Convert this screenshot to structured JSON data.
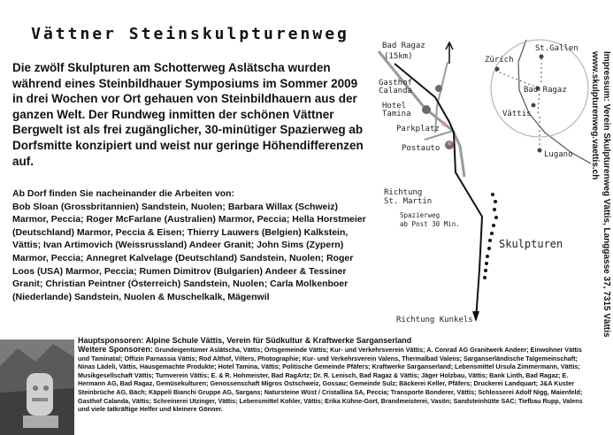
{
  "header": {
    "title": "Vättner Steinskulpturenweg"
  },
  "intro": {
    "text": "Die zwölf Skulpturen am Schotterweg Aslätscha wurden während eines Steinbildhauer Symposiums im Sommer 2009 in drei Wochen vor Ort gehauen von Steinbildhauern aus der ganzen Welt. Der Rundweg inmitten der schönen Vättner Bergwelt ist als frei zugänglicher, 30-minütiger Spazierweg ab Dorfsmitte konzipiert und weist nur geringe Höhendifferenzen auf."
  },
  "artists": {
    "heading": "Ab Dorf finden Sie nacheinander die Arbeiten von:",
    "text": "Bob Sloan (Grossbritannien) Sandstein, Nuolen;  Barbara Willax (Schweiz) Marmor, Peccia; Roger McFarlane (Australien) Marmor, Peccia; Hella Horstmeier (Deutschland) Marmor, Peccia & Eisen; Thierry Lauwers (Belgien) Kalkstein, Vättis; Ivan Artimovich (Weissrussland) Andeer Granit; John Sims (Zypern) Marmor, Peccia; Annegret Kalvelage (Deutschland) Sandstein, Nuolen; Roger Loos (USA) Marmor, Peccia; Rumen Dimitrov (Bulgarien) Andeer & Tessiner Granit; Christian Peintner (Österreich) Sandstein, Nuolen; Carla Molkenboer (Niederlande) Sandstein, Nuolen & Muschelkalk, Mägenwil"
  },
  "map": {
    "bad_ragaz_top": "Bad Ragaz",
    "distance": "(15km)",
    "gasthof_line1": "Gasthof",
    "gasthof_line2": "Calanda",
    "hotel_line1": "Hotel",
    "hotel_line2": "Tamina",
    "parkplatz": "Parkplatz",
    "postauto": "Postauto",
    "richtung_line1": "Richtung",
    "richtung_line2": "St. Martin",
    "spazierweg_line1": "Spazierweg",
    "spazierweg_line2": "ab Post 30 Min.",
    "skulpturen": "Skulpturen",
    "richtung_kunkels": "Richtung Kunkels",
    "inset_zurich": "Zürich",
    "inset_stgallen": "St.Gallen",
    "inset_badragaz": "Bad Ragaz",
    "inset_vattis": "Vättis",
    "inset_lugano": "Lugano",
    "colors": {
      "road": "#9a9a9a",
      "path": "#111111",
      "tree": "#6b6b6b"
    }
  },
  "impressum": {
    "line1": "Impressum: Verein Skulpturenweg Vättis, Langgasse 37, 7315 Vättis",
    "line2": "www.skulpturenweg.vaettis.ch"
  },
  "sponsors": {
    "main": "Hauptsponsoren: Alpine Schule Vättis, Verein für Südkultur & Kraftwerke Sarganserland",
    "label": "Weitere Sponsoren:",
    "text": "Grundeigentümer Aslätscha, Vättis; Ortsgemeinde Vättis; Kur- und Verkehrsverein Vättis; A. Conrad AG Granitwerk Andeer; Einwohner Vättis und Taminatal; Offizin Parnassia Vättis; Rod Althof, Vilters, Photographie; Kur- und Verkehrsverein Valens, Thermalbad Valens; Sarganserländische Talgemeinschaft; Ninas Lädeli, Vättis, Hausgemachte Produkte; Hotel Tamina, Vättis; Politische Gemeinde Pfäfers; Kraftwerke Sarganserland; Lebensmittel Ursula Zimmermann, Vättis; Musikgesellschaft Vättis; Turnverein Vättis; E. & R. Hohmeister, Bad RagArtz; Dr. R. Lenisch, Bad Ragaz & Vättis; Jäger Holzbau, Vättis; Bank Linth, Bad Ragaz; E. Hermann AG, Bad Ragaz, Gemüsekulturen; Genossenschaft Migros Ostschweiz, Gossau; Gemeinde Sulz; Bäckerei Keller, Pfäfers; Druckerei Landquart; J&A Kuster Steinbrüche AG, Bäch; Käppeli Bianchi Gruppe AG, Sargans; Natursteine Wüst / Cristallina SA, Peccia; Transporte Bonderer, Vättis; Schlosserei Adolf Nigg, Maienfeld; Gasthof Calanda, Vättis; Schreinerei Utzinger, Vättis; Lebensmittel Kohler, Vättis; Erika Kühne-Gort, Brandmeisterei, Vasön; Sandsteinhütte SAC; Tiefbau Rupp, Valens und viele tatkräftige Helfer und kleinere Gönner."
  }
}
